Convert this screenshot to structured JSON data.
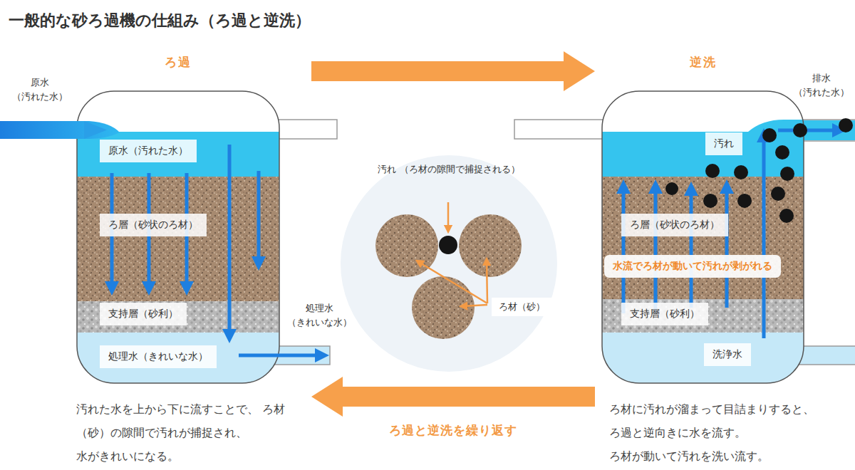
{
  "diagram": {
    "title": "一般的な砂ろ過機の仕組み（ろ過と逆洗）",
    "nodes": [
      {
        "text": [
          "ろ過"
        ]
      },
      {
        "text": [
          "原水（汚れた水）"
        ],
        "in": 0
      },
      {
        "text": [
          "ろ層（砂状のろ材）"
        ],
        "in": 0
      },
      {
        "text": [
          "支持層（砂利）"
        ],
        "in": 0
      },
      {
        "text": [
          "処理水（きれいな水）"
        ],
        "in": 0
      },
      {
        "text": [
          "逆洗"
        ]
      },
      {
        "text": [
          "汚れ"
        ],
        "in": 5
      },
      {
        "text": [
          "ろ層（砂状のろ材）"
        ],
        "in": 5
      },
      {
        "text": [
          "水流でろ材が動いて汚れが剥がれる"
        ],
        "in": 5
      },
      {
        "text": [
          "支持層（砂利）"
        ],
        "in": 5
      },
      {
        "text": [
          "洗浄水"
        ],
        "in": 5
      }
    ],
    "edges": [
      {
        "from": 0,
        "to": 5,
        "arrow": "to"
      },
      {
        "from": 5,
        "to": 0,
        "label": "ろ過と逆洗を繰り返す",
        "arrow": "to"
      }
    ],
    "labels": [
      "原水 （汚れた水）",
      "処理水 （きれいな水）",
      "汚れ （ろ材の隙間で捕捉される）",
      "ろ材（砂）",
      "排水 （汚れた水）",
      "汚れた水を上から下に流すことで、 ろ材（砂）の隙間で汚れが捕捉され、 水がきれいになる。",
      "ろ材に汚れが溜まって目詰まりすると、 ろ過と逆向きに水を流す。 ろ材が動いて汚れを洗い流す。"
    ]
  }
}
